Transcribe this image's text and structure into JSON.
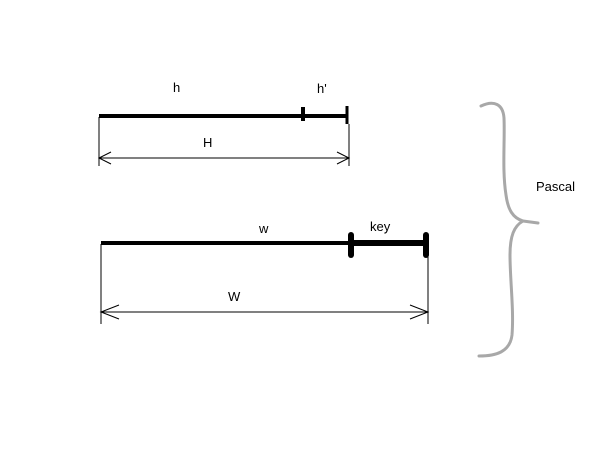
{
  "labels": {
    "h": "h",
    "h_prime": "h'",
    "H": "H",
    "w": "w",
    "key": "key",
    "W": "W",
    "pascal": "Pascal"
  },
  "colors": {
    "line": "#000000",
    "brace": "#a8a8a8",
    "background": "#ffffff"
  }
}
